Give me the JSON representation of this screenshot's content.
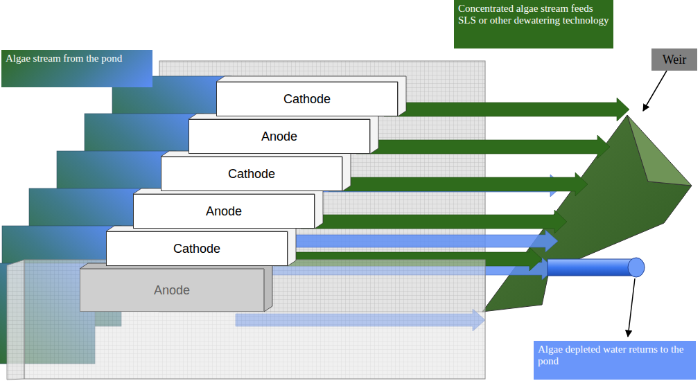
{
  "diagram": {
    "nodes": [
      {
        "text": [
          "Algae stream from the pond"
        ]
      },
      {
        "text": [
          "Concentrated algae stream feeds SLS or other dewatering technology"
        ]
      },
      {
        "text": [
          "Weir"
        ]
      },
      {
        "text": [
          "Cathode"
        ]
      },
      {
        "text": [
          "Anode"
        ]
      },
      {
        "text": [
          "Cathode"
        ]
      },
      {
        "text": [
          "Anode"
        ]
      },
      {
        "text": [
          "Cathode"
        ]
      },
      {
        "text": [
          "Anode"
        ]
      },
      {
        "text": [
          "Algae depleted water returns to the pond"
        ]
      }
    ]
  }
}
